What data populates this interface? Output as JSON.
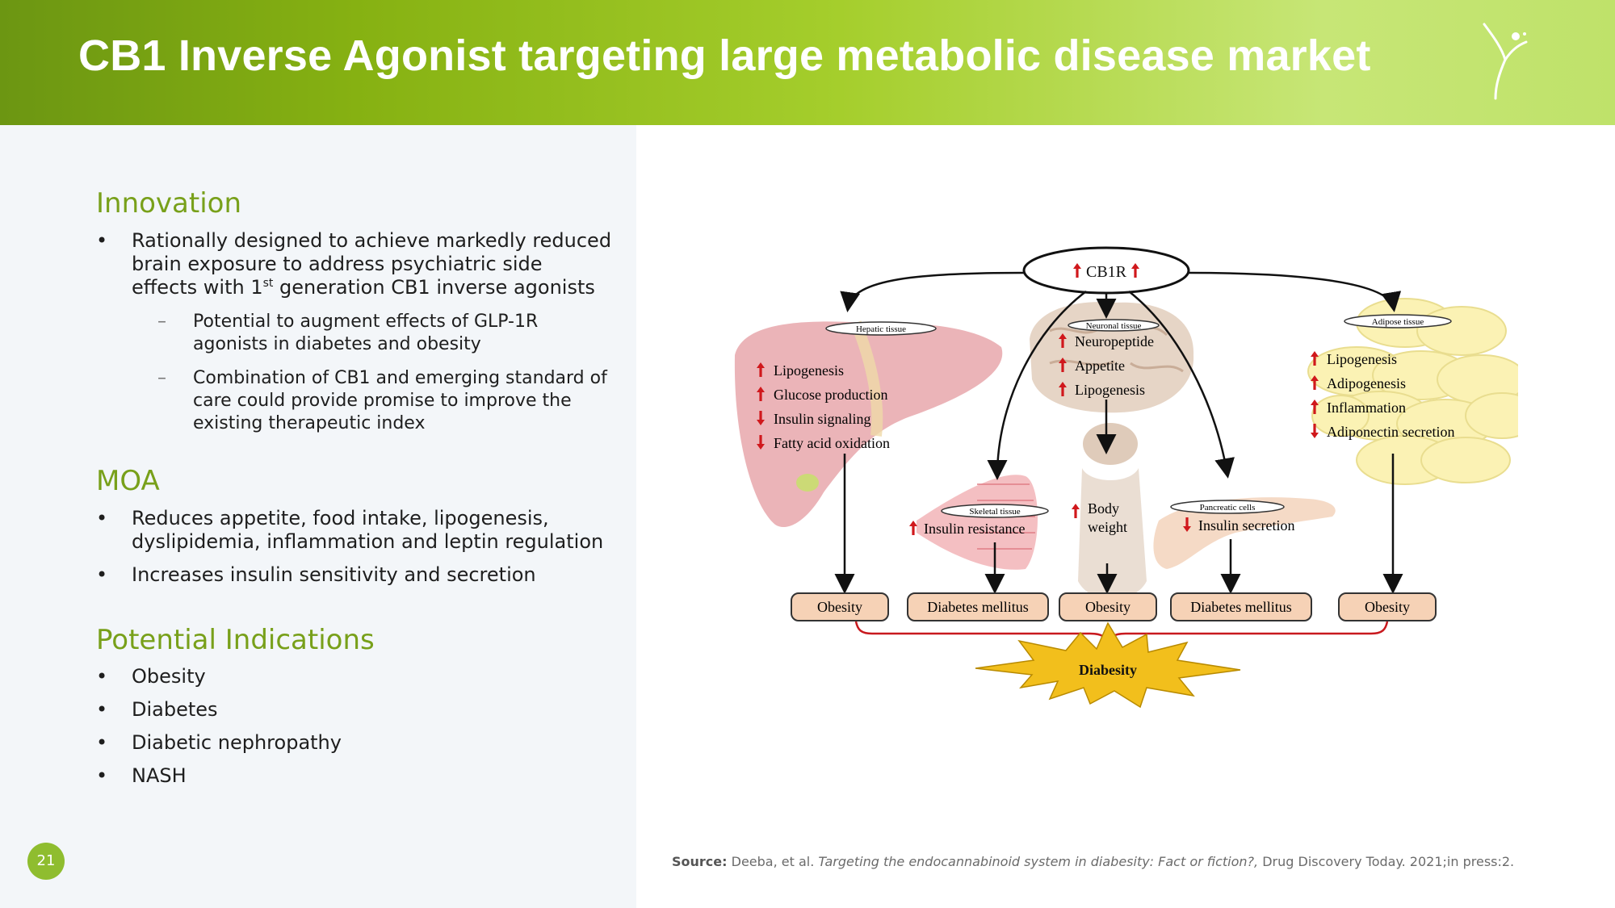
{
  "header": {
    "title": "CB1 Inverse Agonist targeting large metabolic disease market"
  },
  "innovation": {
    "heading": "Innovation",
    "bullet1": {
      "before_sup": "Rationally designed to achieve markedly reduced brain exposure to address psychiatric side effects with 1",
      "sup": "st",
      "after_sup": " generation CB1 inverse agonists"
    },
    "sub_items": [
      "Potential to augment effects of GLP-1R agonists in diabetes and obesity",
      "Combination of CB1 and emerging standard of care could provide promise to improve the existing therapeutic index"
    ]
  },
  "moa": {
    "heading": "MOA",
    "items": [
      "Reduces appetite, food intake, lipogenesis, dyslipidemia, inflammation and leptin regulation",
      "Increases insulin sensitivity and secretion"
    ]
  },
  "indications": {
    "heading": "Potential Indications",
    "items": [
      "Obesity",
      "Diabetes",
      "Diabetic nephropathy",
      "NASH"
    ]
  },
  "bullet_char": "•",
  "dash_char": "–",
  "page_number": "21",
  "source": {
    "label": "Source:",
    "authors": " Deeba, et al. ",
    "title": "Targeting the endocannabinoid system in diabesity: Fact or fiction?,",
    "rest": " Drug Discovery Today. 2021;in press:2."
  },
  "diagram": {
    "cb1r": "CB1R",
    "hepatic": {
      "label": "Hepatic tissue",
      "effects": [
        {
          "dir": "up",
          "text": "Lipogenesis"
        },
        {
          "dir": "up",
          "text": "Glucose production"
        },
        {
          "dir": "down",
          "text": "Insulin signaling"
        },
        {
          "dir": "down",
          "text": "Fatty acid oxidation"
        }
      ]
    },
    "neuronal": {
      "label": "Neuronal tissue",
      "effects": [
        {
          "dir": "up",
          "text": "Neuropeptide"
        },
        {
          "dir": "up",
          "text": "Appetite"
        },
        {
          "dir": "up",
          "text": "Lipogenesis"
        }
      ]
    },
    "adipose": {
      "label": "Adipose tissue",
      "effects": [
        {
          "dir": "up",
          "text": "Lipogenesis"
        },
        {
          "dir": "up",
          "text": "Adipogenesis"
        },
        {
          "dir": "up",
          "text": "Inflammation"
        },
        {
          "dir": "down",
          "text": "Adiponectin secretion"
        }
      ]
    },
    "skeletal": {
      "label": "Skeletal tissue",
      "effect": {
        "dir": "up",
        "text": "Insulin resistance"
      }
    },
    "body": {
      "line1": "Body",
      "line2": "weight"
    },
    "pancreatic": {
      "label": "Pancreatic cells",
      "effect": {
        "dir": "down",
        "text": "Insulin secretion"
      }
    },
    "outcomes": [
      "Obesity",
      "Diabetes mellitus",
      "Obesity",
      "Diabetes mellitus",
      "Obesity"
    ],
    "result": "Diabesity"
  },
  "colors": {
    "brand_green": "#78a01a",
    "arrow_red": "#d0181c",
    "outcome_fill": "#f6d2b6"
  }
}
